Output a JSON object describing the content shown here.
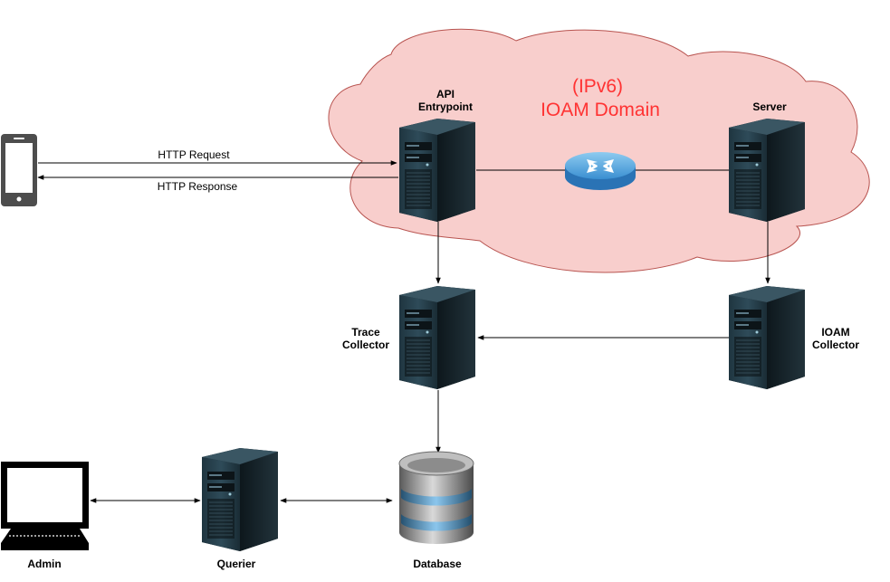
{
  "cloud": {
    "title_line1": "(IPv6)",
    "title_line2": "IOAM Domain",
    "fill": "#f8cecc",
    "stroke": "#b85450",
    "title_color": "#ff3333"
  },
  "nodes": {
    "phone": {
      "icon": "smartphone-icon"
    },
    "api": {
      "line1": "API",
      "line2": "Entrypoint",
      "icon": "server-tower-icon"
    },
    "router": {
      "icon": "router-icon"
    },
    "server": {
      "label": "Server",
      "icon": "server-tower-icon"
    },
    "trace": {
      "line1": "Trace",
      "line2": "Collector",
      "icon": "server-tower-icon"
    },
    "ioam": {
      "line1": "IOAM",
      "line2": "Collector",
      "icon": "server-tower-icon"
    },
    "database": {
      "label": "Database",
      "icon": "database-icon"
    },
    "querier": {
      "label": "Querier",
      "icon": "server-tower-icon"
    },
    "admin": {
      "label": "Admin",
      "icon": "monitor-icon"
    }
  },
  "edges": {
    "request": "HTTP Request",
    "response": "HTTP Response"
  }
}
